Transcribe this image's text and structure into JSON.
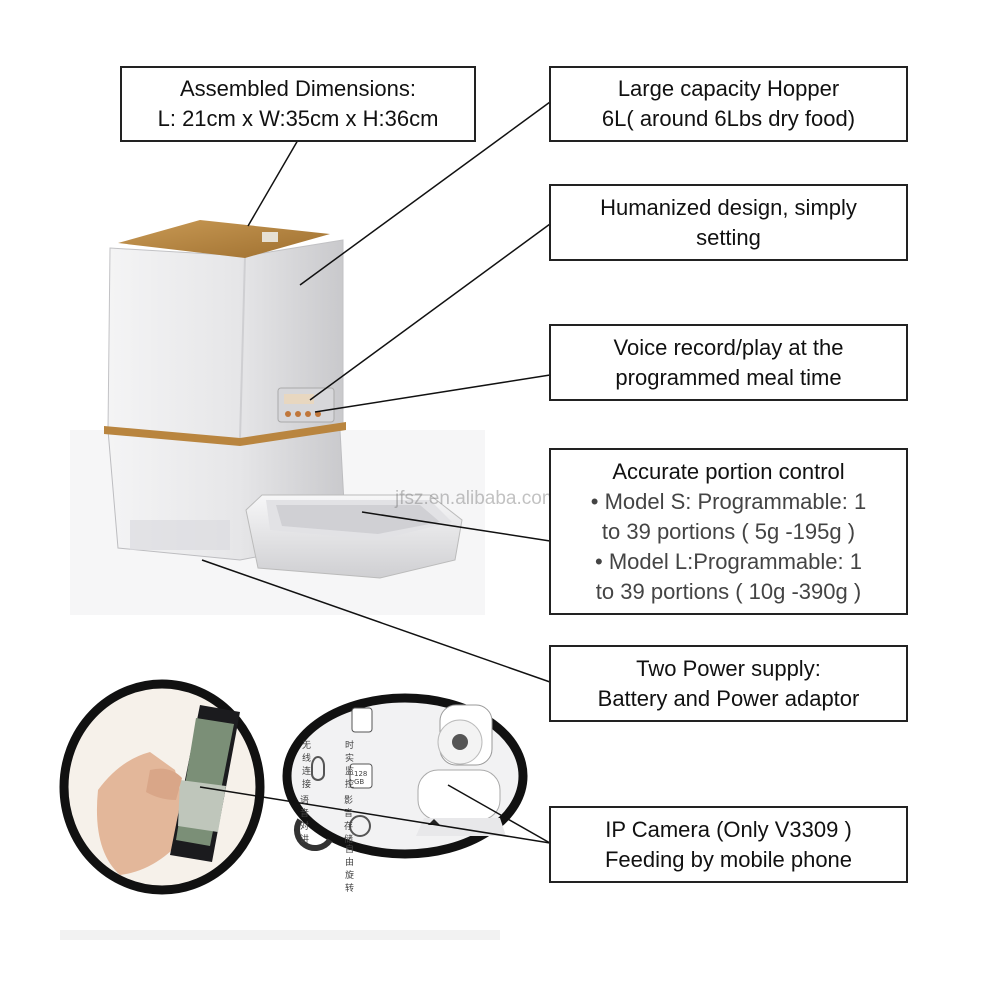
{
  "callouts": {
    "dimensions": {
      "line1": "Assembled Dimensions:",
      "line2": "L: 21cm x W:35cm x H:36cm"
    },
    "hopper": {
      "line1": "Large capacity Hopper",
      "line2": "6L( around 6Lbs dry food)"
    },
    "design": {
      "line1": "Humanized design, simply",
      "line2": "setting"
    },
    "voice": {
      "line1": "Voice record/play at the",
      "line2": "programmed meal time"
    },
    "portion": {
      "title": "Accurate portion control",
      "model_s_1": "•  Model S: Programmable:  1",
      "model_s_2": "to 39 portions  ( 5g -195g )",
      "model_l_1": "•  Model L:Programmable:  1",
      "model_l_2": "to 39 portions  ( 10g -390g )"
    },
    "power": {
      "line1": "Two Power supply:",
      "line2": "Battery and Power adaptor"
    },
    "camera": {
      "line1": "IP Camera (Only V3309 )",
      "line2": "Feeding by mobile phone"
    }
  },
  "watermark": "jfsz.en.alibaba.com",
  "app_icons": {
    "remote_connect": "无线连接",
    "realtime_monitor": "时实监控",
    "two_way_talk": "语音对讲",
    "video_storage": "影音存储",
    "storage_size": "128 GB",
    "free_rotate": "自由旋转"
  },
  "colors": {
    "feeder_body": "#e9e9ea",
    "feeder_trim": "#b9853f",
    "frame": "#111111"
  }
}
